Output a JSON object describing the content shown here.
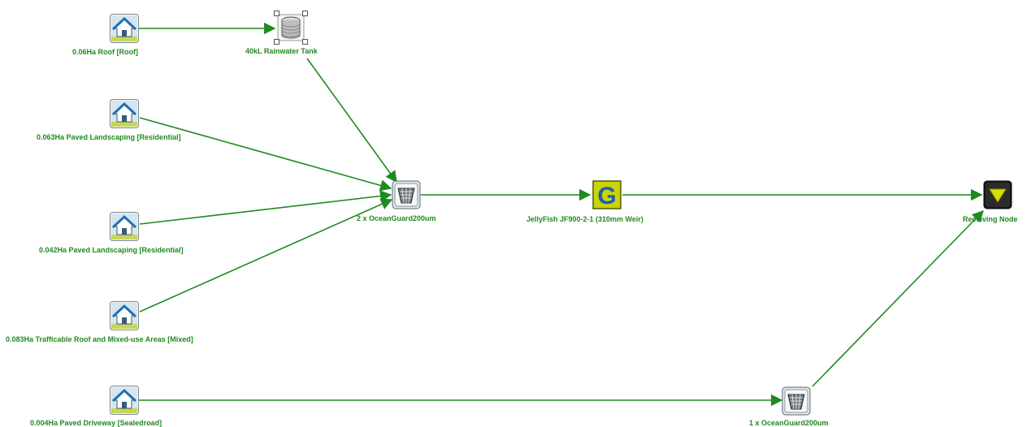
{
  "colors": {
    "link": "#1f8a1f",
    "label": "#1f8a1f"
  },
  "nodes": {
    "roof": {
      "label": "0.06Ha Roof [Roof]",
      "icon": "house-catchment-icon"
    },
    "tank": {
      "label": "40kL Rainwater Tank",
      "icon": "rainwater-tank-icon"
    },
    "paved1": {
      "label": "0.063Ha Paved Landscaping [Residential]",
      "icon": "house-catchment-icon"
    },
    "paved2": {
      "label": "0.042Ha Paved Landscaping [Residential]",
      "icon": "house-catchment-icon"
    },
    "trafficable": {
      "label": "0.083Ha Trafficable Roof and Mixed-use Areas [Mixed]",
      "icon": "house-catchment-icon"
    },
    "driveway": {
      "label": "0.004Ha Paved Driveway [Sealedroad]",
      "icon": "house-catchment-icon"
    },
    "og2": {
      "label": "2 x OceanGuard200um",
      "icon": "oceanguard-pit-icon"
    },
    "jellyfish": {
      "label": "JellyFish JF900-2-1 (310mm Weir)",
      "icon": "generic-treatment-icon",
      "glyph": "G"
    },
    "og1": {
      "label": "1 x OceanGuard200um",
      "icon": "oceanguard-pit-icon"
    },
    "receiving": {
      "label": "Receiving Node",
      "icon": "receiving-node-icon"
    }
  }
}
